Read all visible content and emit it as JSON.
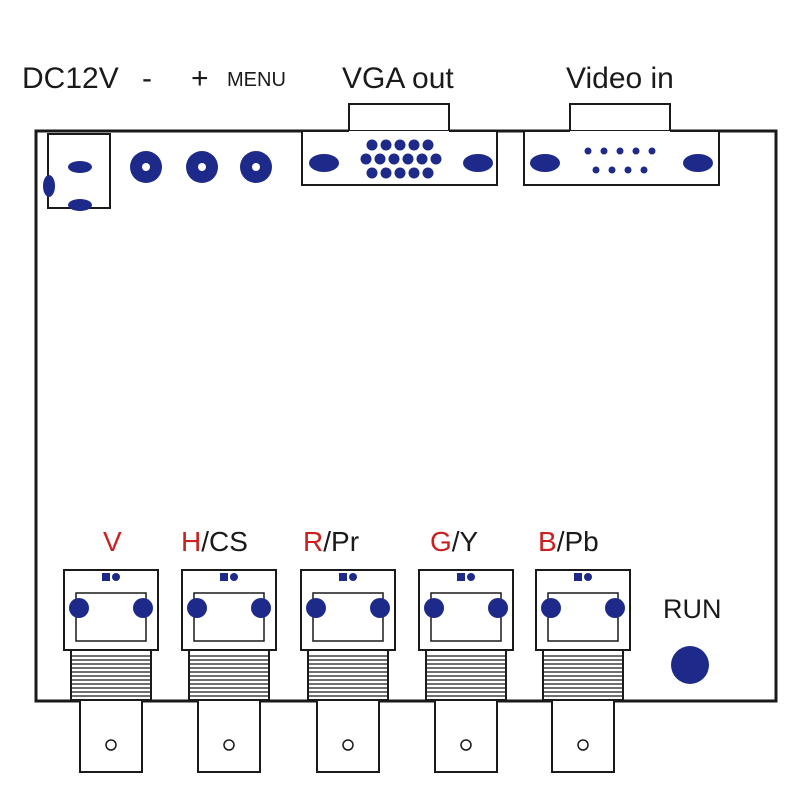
{
  "top_labels": {
    "dc": "DC12V",
    "minus": "-",
    "plus": "+",
    "menu": "MENU",
    "vga_out": "VGA out",
    "video_in": "Video in"
  },
  "bnc_labels": [
    {
      "prefix": "V",
      "suffix": ""
    },
    {
      "prefix": "H",
      "suffix": "/CS"
    },
    {
      "prefix": "R",
      "suffix": "/Pr"
    },
    {
      "prefix": "G",
      "suffix": "/Y"
    },
    {
      "prefix": "B",
      "suffix": "/Pb"
    }
  ],
  "run_label": "RUN",
  "colors": {
    "outline": "#1a1a1a",
    "accent_blue": "#1e2a8a",
    "label_red": "#cc1f1f"
  }
}
